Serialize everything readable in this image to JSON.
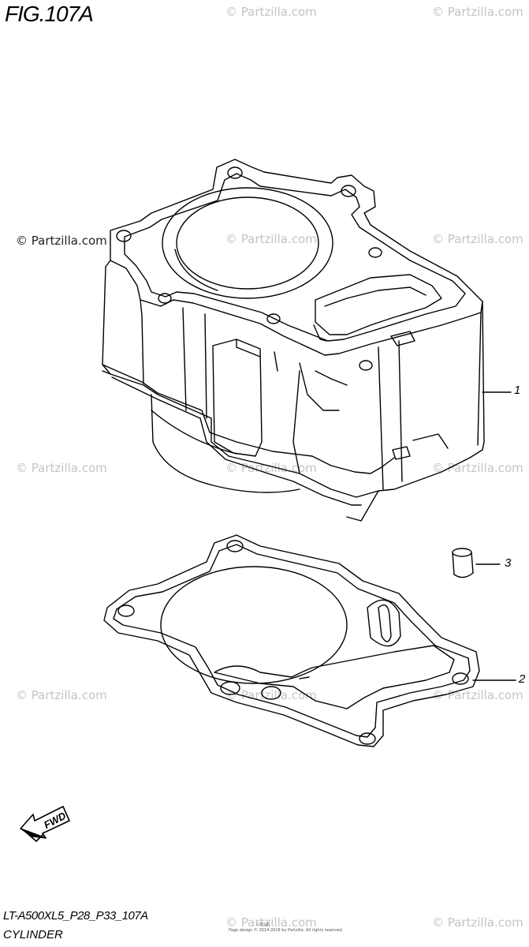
{
  "figure": {
    "title": "FIG.107A",
    "model_code": "LT-A500XL5_P28_P33_107A",
    "group_name": "CYLINDER"
  },
  "watermarks": {
    "text": "© Partzilla.com",
    "dark_text": "© Partzilla.com"
  },
  "callouts": [
    {
      "number": "1",
      "part": "cylinder"
    },
    {
      "number": "3",
      "part": "dowel-pin"
    },
    {
      "number": "2",
      "part": "cylinder-gasket"
    }
  ],
  "direction_marker": "FWD",
  "notes": {
    "small_line_1": "(2018)",
    "small_line_2": "Page design © 2014-2018 by Partzilla. All rights reserved."
  },
  "colors": {
    "line": "#000000",
    "watermark": "#c4c4c4",
    "background": "#ffffff"
  }
}
